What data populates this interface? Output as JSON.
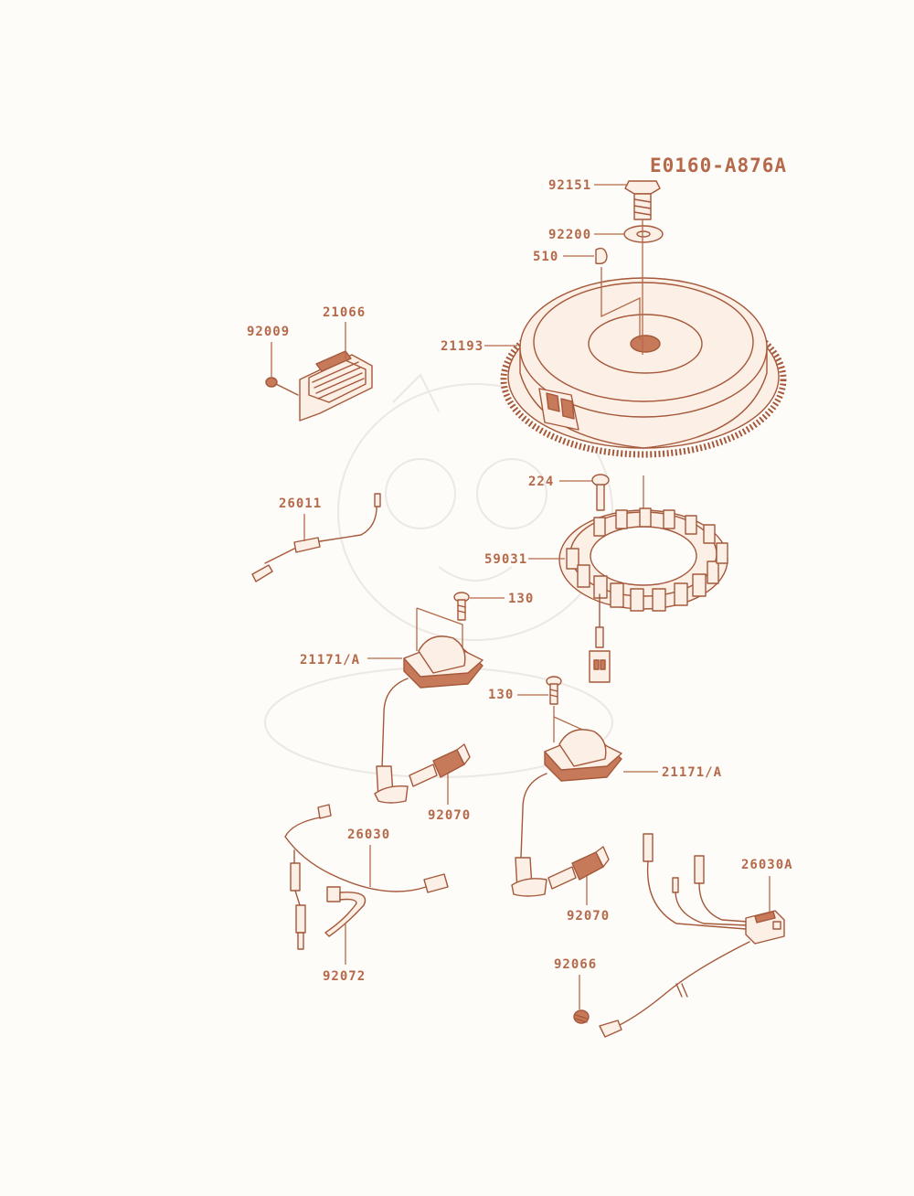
{
  "diagram_code": "E0160-A876A",
  "colors": {
    "line": "#b5694a",
    "background": "#fdfcf8"
  },
  "parts": {
    "p92151": "92151",
    "p92200": "92200",
    "p510": "510",
    "p21066": "21066",
    "p92009": "92009",
    "p21193": "21193",
    "p224": "224",
    "p26011": "26011",
    "p59031": "59031",
    "p130a": "130",
    "p21171a": "21171/A",
    "p130b": "130",
    "p21171b": "21171/A",
    "p92070a": "92070",
    "p26030": "26030",
    "p26030A": "26030A",
    "p92070b": "92070",
    "p92072": "92072",
    "p92066": "92066"
  }
}
